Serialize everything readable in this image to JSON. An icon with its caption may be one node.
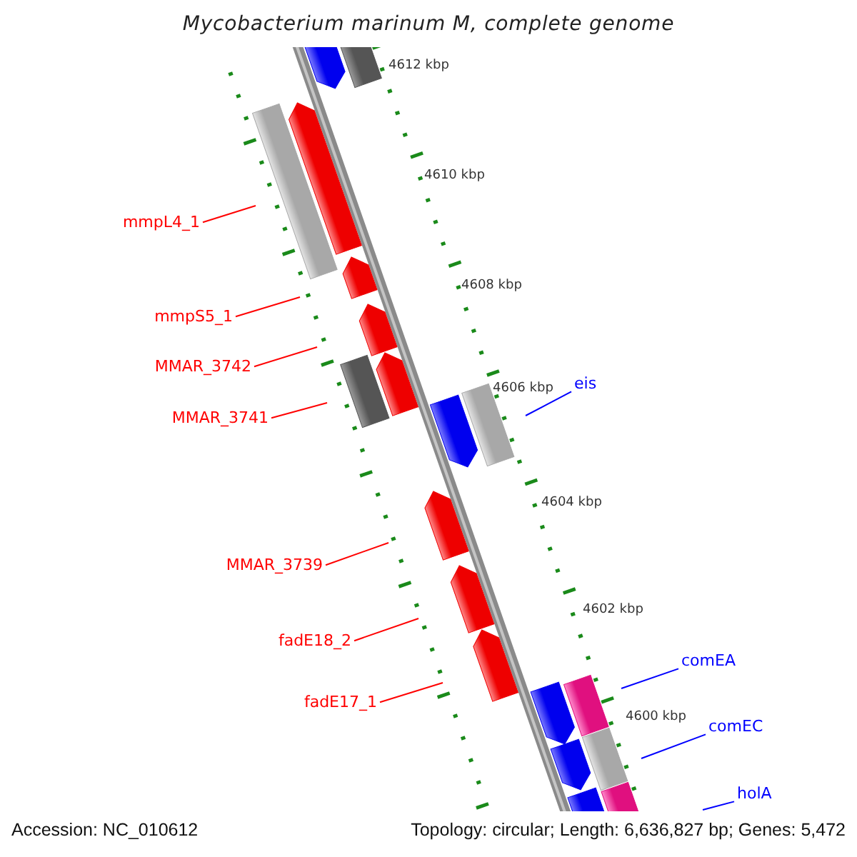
{
  "diagram": {
    "title": "Mycobacterium marinum M, complete genome",
    "nodes": [
      {
        "text": [
          "mmpL4_1"
        ]
      },
      {
        "text": [
          "mmpS5_1"
        ]
      },
      {
        "text": [
          "MMAR_3742"
        ]
      },
      {
        "text": [
          "MMAR_3741"
        ]
      },
      {
        "text": [
          "eis"
        ]
      },
      {
        "text": [
          "MMAR_3739"
        ]
      },
      {
        "text": [
          "fadE18_2"
        ]
      },
      {
        "text": [
          "comEA"
        ]
      },
      {
        "text": [
          "fadE17_1"
        ]
      },
      {
        "text": [
          "comEC"
        ]
      },
      {
        "text": [
          "holA"
        ]
      },
      {
        "text": [],
        "shape": "box"
      },
      {
        "text": [],
        "shape": "box"
      },
      {
        "text": [],
        "shape": "box"
      },
      {
        "text": [],
        "shape": "box"
      },
      {
        "text": [],
        "shape": "box"
      },
      {
        "text": [],
        "shape": "box"
      },
      {
        "text": [],
        "shape": "box"
      },
      {
        "text": [],
        "shape": "box"
      },
      {
        "text": [],
        "shape": "box"
      },
      {
        "text": [],
        "shape": "box"
      },
      {
        "text": [],
        "shape": "box"
      },
      {
        "text": [],
        "shape": "box"
      },
      {
        "text": [],
        "shape": "box"
      },
      {
        "text": [],
        "shape": "box"
      },
      {
        "text": [],
        "shape": "box"
      },
      {
        "text": [],
        "shape": "box"
      },
      {
        "text": [],
        "shape": "box"
      },
      {
        "text": [],
        "shape": "box"
      },
      {
        "text": [],
        "shape": "box"
      }
    ],
    "edges": [
      {
        "from": 0,
        "to": null,
        "arrow": "none"
      },
      {
        "from": 1,
        "to": null,
        "arrow": "none"
      },
      {
        "from": 2,
        "to": null,
        "arrow": "none"
      },
      {
        "from": 3,
        "to": null,
        "arrow": "none"
      },
      {
        "from": 4,
        "to": null,
        "arrow": "none",
        "color": "#0000ff"
      },
      {
        "from": 5,
        "to": null,
        "arrow": "none"
      },
      {
        "from": 6,
        "to": null,
        "arrow": "none"
      },
      {
        "from": 7,
        "to": null,
        "arrow": "none",
        "color": "#0000ff"
      },
      {
        "from": 8,
        "to": null,
        "arrow": "none"
      },
      {
        "from": 9,
        "to": null,
        "arrow": "none",
        "color": "#0000ff"
      },
      {
        "from": 10,
        "to": null,
        "arrow": "none",
        "color": "#0000ff"
      }
    ],
    "labels": [
      "4612 kbp",
      "4610 kbp",
      "4608 kbp",
      "4606 kbp",
      "4604 kbp",
      "4602 kbp",
      "4600 kbp",
      "Accession: NC_010612",
      "Topology: circular; Length: 6,636,827 bp; Genes: 5,472"
    ]
  }
}
